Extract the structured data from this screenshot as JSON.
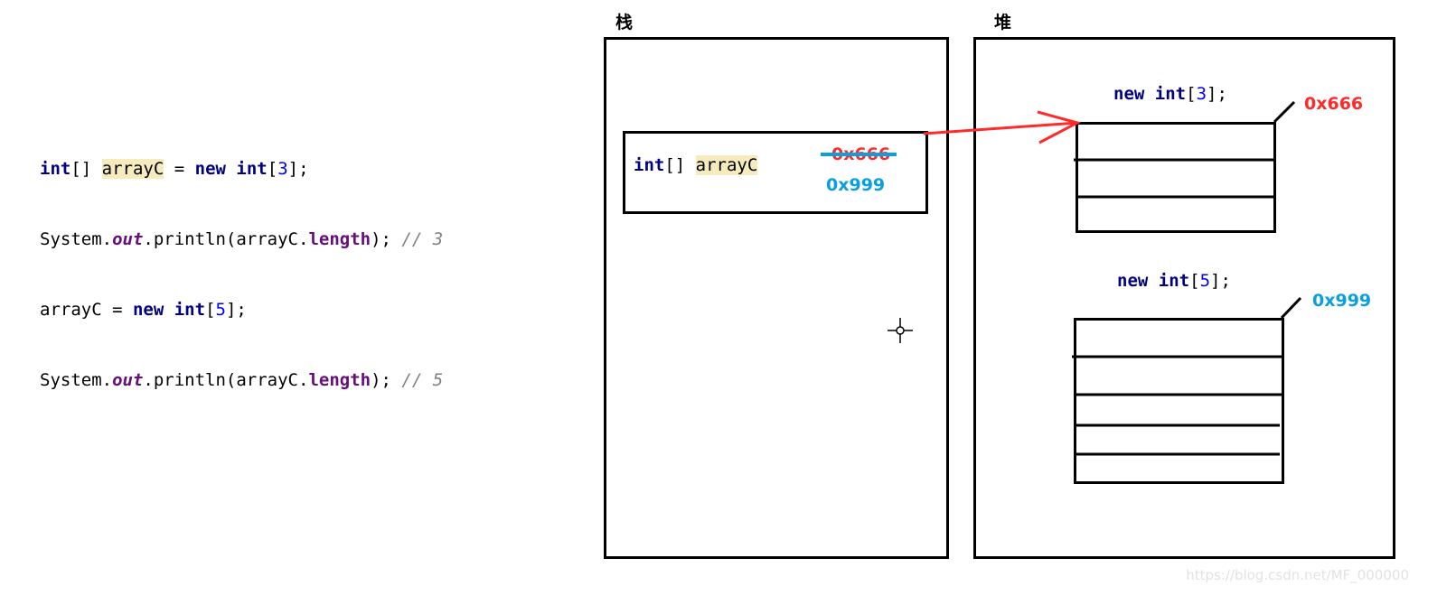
{
  "code": {
    "line1": {
      "kw1": "int",
      "p1": "[] ",
      "var": "arrayC",
      "p2": " = ",
      "kw2": "new",
      "p3": " ",
      "kw3": "int",
      "p4": "[",
      "num": "3",
      "p5": "];"
    },
    "line2": {
      "p1": "System.",
      "fld": "out",
      "p2": ".println(arrayC.",
      "len": "length",
      "p3": "); ",
      "cmt": "// 3"
    },
    "line3": {
      "p1": "arrayC = ",
      "kw1": "new",
      "p2": " ",
      "kw2": "int",
      "p3": "[",
      "num": "5",
      "p4": "];"
    },
    "line4": {
      "p1": "System.",
      "fld": "out",
      "p2": ".println(arrayC.",
      "len": "length",
      "p3": "); ",
      "cmt": "// 5"
    }
  },
  "stack": {
    "title": "栈",
    "var": {
      "kw": "int",
      "brackets": "[] ",
      "name": "arrayC"
    },
    "old_addr": "0x666",
    "new_addr": "0x999"
  },
  "heap": {
    "title": "堆",
    "array1": {
      "kw1": "new",
      "kw2": "int",
      "open": "[",
      "num": "3",
      "close": "];",
      "addr": "0x666",
      "cells": 3
    },
    "array2": {
      "kw1": "new",
      "kw2": "int",
      "open": "[",
      "num": "5",
      "close": "];",
      "addr": "0x999",
      "cells": 5
    }
  },
  "colors": {
    "red": "#ff2a2a",
    "blue": "#0aa0e0",
    "keyword": "#000080",
    "number": "#0000ff",
    "field": "#660e7a",
    "highlight": "#f6ebbc"
  },
  "watermark": "https://blog.csdn.net/MF_000000"
}
